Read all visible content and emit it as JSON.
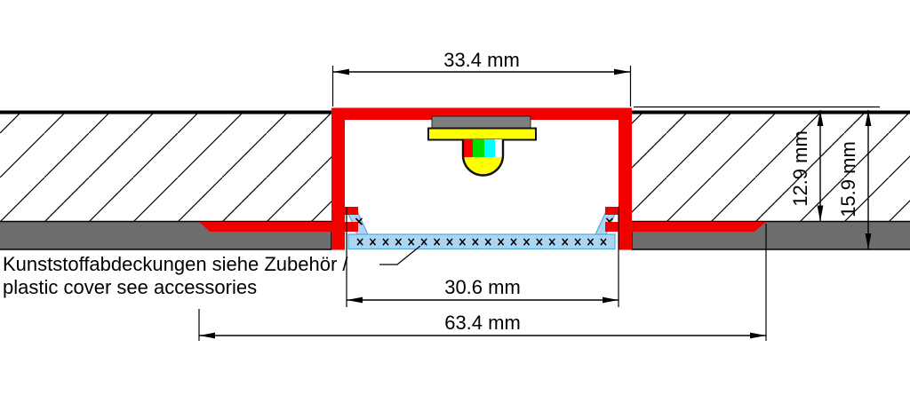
{
  "drawing": {
    "dimensions": {
      "top_width": "33.4 mm",
      "inner_width": "30.6 mm",
      "overall_width": "63.4 mm",
      "recess_depth": "12.9 mm",
      "total_depth": "15.9 mm"
    },
    "note": {
      "line1": "Kunststoffabdeckungen siehe Zubehör /",
      "line2": "plastic cover see accessories"
    },
    "hatch_marks": {
      "row": "× × × × × × × × × × × × × × × × × × × ×",
      "left": "×",
      "right": "×"
    },
    "colors": {
      "profile_red": "#f20000",
      "cover_blue": "#abd6f1",
      "cover_outline_blue": "#57a7de",
      "substrate_gray": "#6d6d6d",
      "heatsink_gray": "#7e7e7e",
      "board_yellow": "#ffff00",
      "dome_yellow": "#ffff00",
      "die_red": "#ff0000",
      "die_green": "#00e000",
      "die_cyan": "#00ffff",
      "die_white": "#ffffff"
    }
  }
}
